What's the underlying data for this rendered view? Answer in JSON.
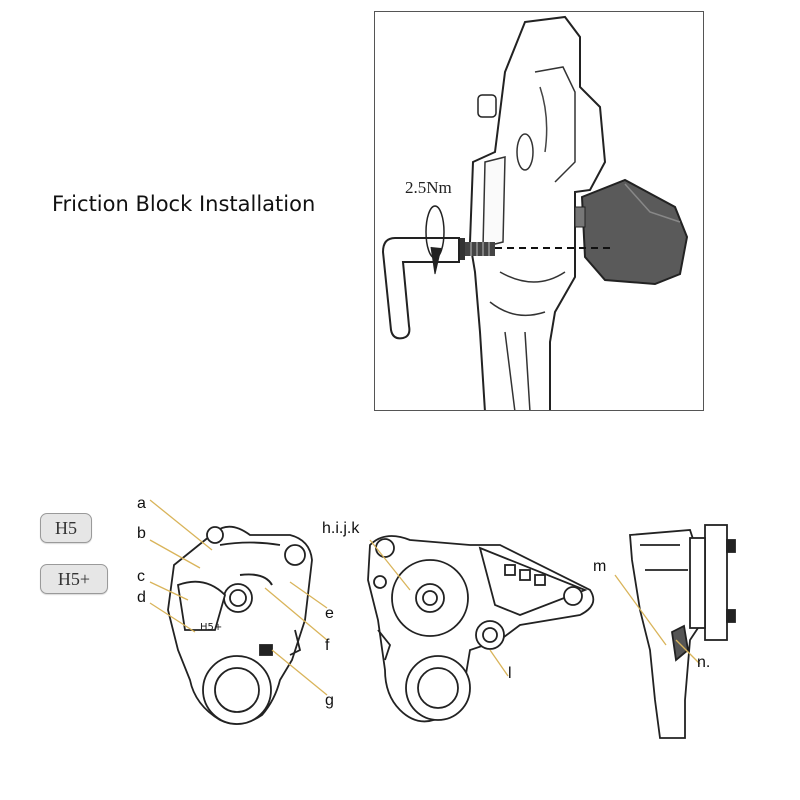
{
  "title": "Friction Block Installation",
  "installation": {
    "torque_label": "2.5Nm",
    "icons": [
      "hex-key",
      "screw",
      "rotation-arrow",
      "friction-block",
      "device-plate"
    ]
  },
  "models": [
    "H5",
    "H5+"
  ],
  "callouts": {
    "a": "a",
    "b": "b",
    "c": "c",
    "d": "d",
    "e": "e",
    "f": "f",
    "g": "g",
    "hijk": "h.i.j.k",
    "l": "l",
    "m": "m",
    "n": "n."
  },
  "colors": {
    "leader_line": "#d9b45a",
    "friction_block": "#5a5a5a",
    "outline": "#222222",
    "badge_fill": "#e6e6e6"
  }
}
